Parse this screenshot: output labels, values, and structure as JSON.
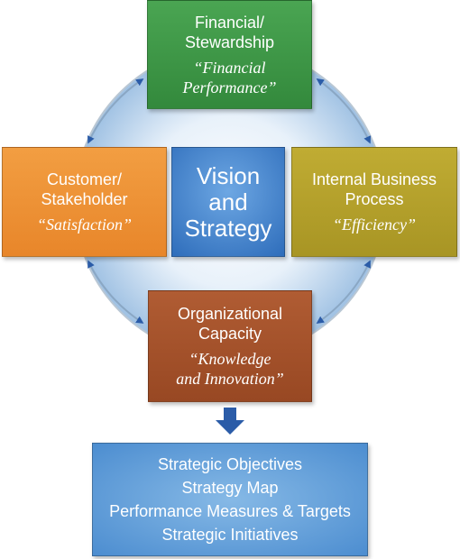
{
  "colors": {
    "financial": "#3f9a47",
    "customer": "#ef9233",
    "vision": "#3d7ec8",
    "internal": "#b8a42c",
    "organizational": "#a6522c",
    "objectives": "#5e9ed8",
    "circle": "#b8d3ec",
    "arrows": "#2b5ca8"
  },
  "financial": {
    "title": [
      "Financial/",
      "Stewardship"
    ],
    "subtitle": [
      "“Financial",
      "Performance”"
    ]
  },
  "customer": {
    "title": [
      "Customer/",
      "Stakeholder"
    ],
    "subtitle": [
      "“Satisfaction”"
    ]
  },
  "vision": {
    "title": [
      "Vision",
      "and",
      "Strategy"
    ]
  },
  "internal": {
    "title": [
      "Internal Business",
      "Process"
    ],
    "subtitle": [
      "“Efficiency”"
    ]
  },
  "organizational": {
    "title": [
      "Organizational",
      "Capacity"
    ],
    "subtitle": [
      "“Knowledge",
      "and Innovation”"
    ]
  },
  "objectives": {
    "items": [
      "Strategic Objectives",
      "Strategy Map",
      "Performance Measures & Targets",
      "Strategic Initiatives"
    ]
  }
}
